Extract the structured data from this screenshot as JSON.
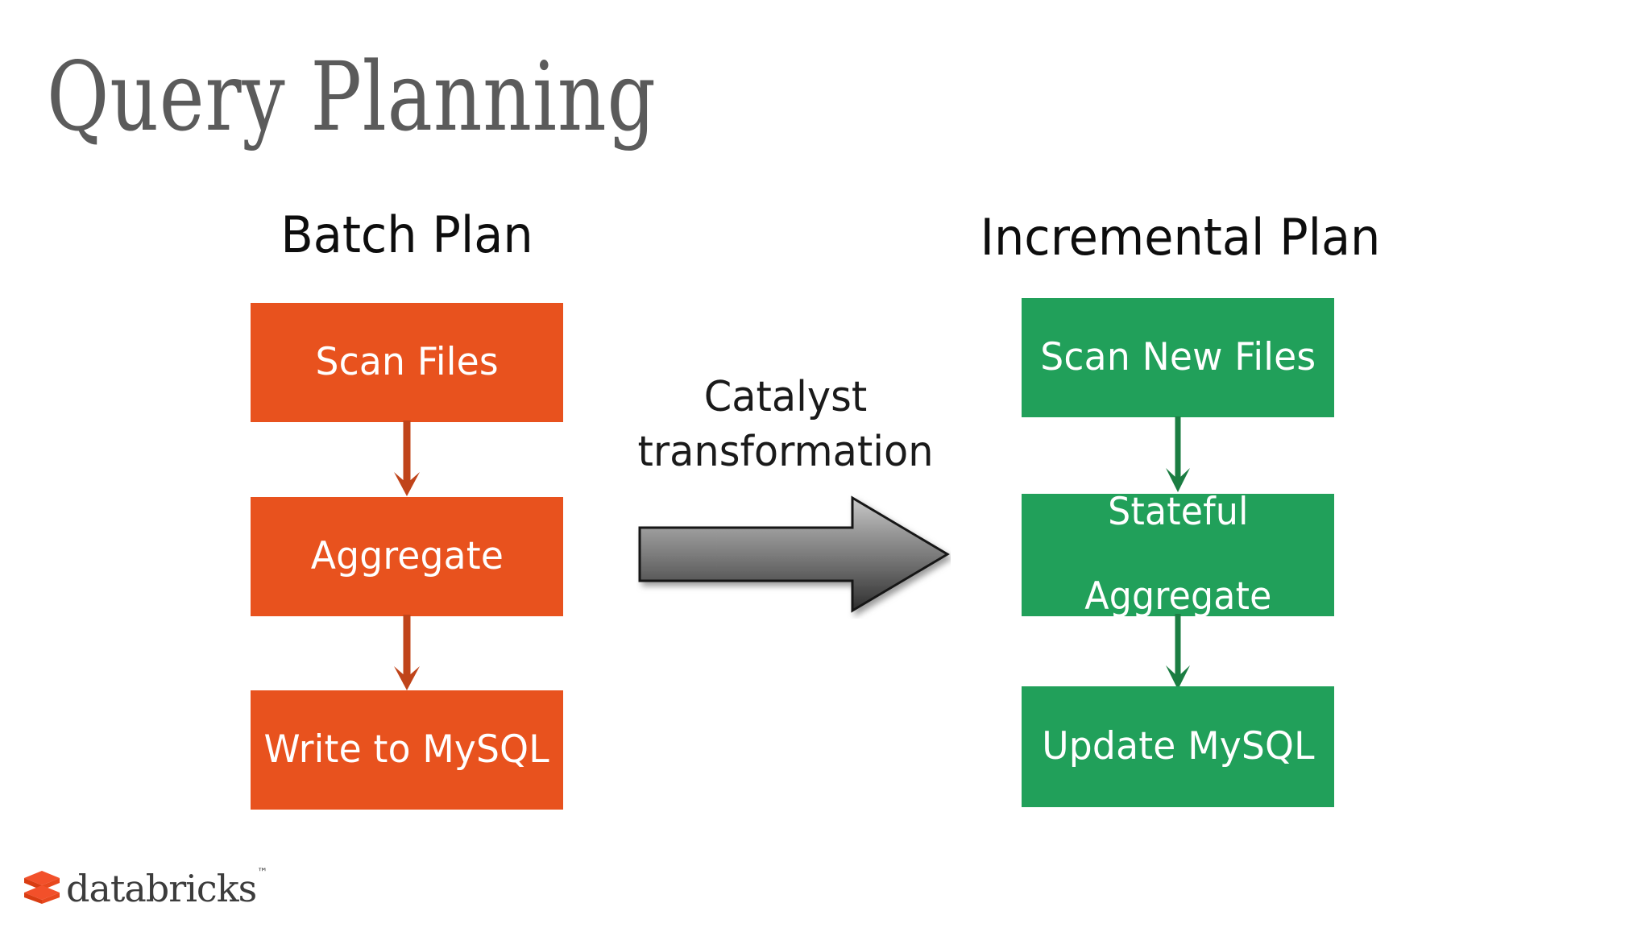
{
  "slide": {
    "title": "Query Planning",
    "background_color": "#FFFFFF",
    "title_color": "#5B5B5B"
  },
  "columns": {
    "batch": {
      "heading": "Batch Plan",
      "box_color": "#E8521E",
      "arrow_color": "#C0441A",
      "steps": [
        {
          "label": "Scan Files"
        },
        {
          "label": "Aggregate"
        },
        {
          "label": "Write to MySQL"
        }
      ]
    },
    "incremental": {
      "heading": "Incremental Plan",
      "box_color": "#21A05A",
      "arrow_color": "#1B7D42",
      "steps": [
        {
          "label": "Scan New Files"
        },
        {
          "label_line1": "Stateful",
          "label_line2": "Aggregate"
        },
        {
          "label": "Update MySQL"
        }
      ]
    }
  },
  "transform": {
    "label_line1": "Catalyst",
    "label_line2": "transformation",
    "arrow_icon": "right-block-arrow-icon",
    "arrow_gradient_top": "#BFBFBF",
    "arrow_gradient_bottom": "#3A3A3A",
    "arrow_outline": "#111111"
  },
  "branding": {
    "logo_name": "databricks-logo",
    "wordmark": "databricks",
    "trademark": "™",
    "mark_color_top": "#F2502A",
    "mark_color_bottom": "#E03A16",
    "wordmark_color": "#3C3C3C"
  }
}
